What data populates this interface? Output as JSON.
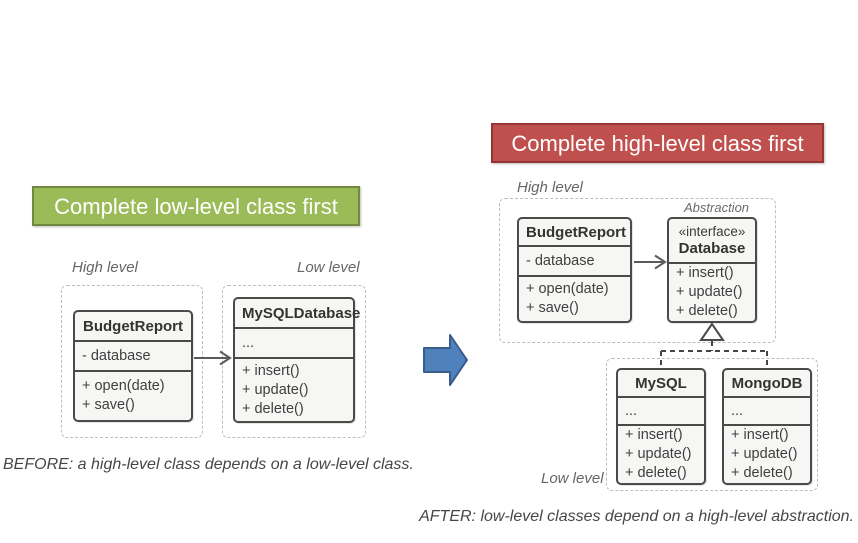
{
  "before": {
    "banner": "Complete low-level class first",
    "high_level_label": "High level",
    "low_level_label": "Low level",
    "budget_report": {
      "title": "BudgetReport",
      "attributes": [
        "- database"
      ],
      "methods": [
        "+ open(date)",
        "+ save()"
      ]
    },
    "mysql_database": {
      "title": "MySQLDatabase",
      "attributes": [
        "..."
      ],
      "methods": [
        "+ insert()",
        "+ update()",
        "+ delete()"
      ]
    },
    "caption": "BEFORE: a high-level class depends on a low-level class."
  },
  "after": {
    "banner": "Complete high-level class first",
    "high_level_label": "High level",
    "low_level_label": "Low level",
    "abstraction_label": "Abstraction",
    "budget_report": {
      "title": "BudgetReport",
      "attributes": [
        "- database"
      ],
      "methods": [
        "+ open(date)",
        "+ save()"
      ]
    },
    "database_interface": {
      "stereotype": "«interface»",
      "title": "Database",
      "methods": [
        "+ insert()",
        "+ update()",
        "+ delete()"
      ]
    },
    "mysql": {
      "title": "MySQL",
      "attributes": [
        "..."
      ],
      "methods": [
        "+ insert()",
        "+ update()",
        "+ delete()"
      ]
    },
    "mongodb": {
      "title": "MongoDB",
      "attributes": [
        "..."
      ],
      "methods": [
        "+ insert()",
        "+ update()",
        "+ delete()"
      ]
    },
    "caption": "AFTER: low-level classes depend on a high-level abstraction."
  },
  "colors": {
    "green_banner_bg": "#9bbb59",
    "green_banner_border": "#71893f",
    "red_banner_bg": "#c0504d",
    "red_banner_border": "#963634",
    "blue_arrow_fill": "#4f81bd",
    "blue_arrow_border": "#385d8a",
    "class_box_fill": "#f6f6f4",
    "class_box_border": "#4a4a48",
    "dashed_zone_border": "#bdbdbd",
    "label_text": "#666666",
    "caption_text": "#474747"
  }
}
